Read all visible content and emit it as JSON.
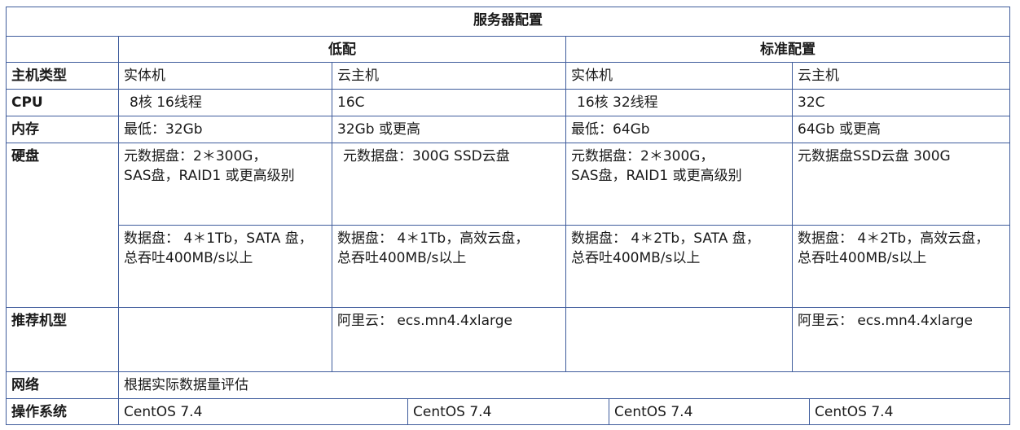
{
  "title": "服务器配置",
  "groups": {
    "low": "低配",
    "standard": "标准配置"
  },
  "labels": {
    "host_type": "主机类型",
    "cpu": "CPU",
    "memory": "内存",
    "disk": "硬盘",
    "recommended": "推荐机型",
    "network": "网络",
    "os": "操作系统"
  },
  "host_type": {
    "low_physical": "实体机",
    "low_cloud": "云主机",
    "std_physical": "实体机",
    "std_cloud": "云主机"
  },
  "cpu": {
    "low_physical": "8核 16线程",
    "low_cloud": "16C",
    "std_physical": "16核 32线程",
    "std_cloud": "32C"
  },
  "memory": {
    "low_physical": "最低：32Gb",
    "low_cloud": "32Gb 或更高",
    "std_physical": "最低：64Gb",
    "std_cloud": "64Gb 或更高"
  },
  "disk_meta": {
    "low_physical": [
      "元数据盘：2＊300G，",
      "SAS盘，RAID1 或更高级别"
    ],
    "low_cloud": [
      "元数据盘：300G SSD云盘"
    ],
    "std_physical": [
      "元数据盘：2＊300G，",
      "SAS盘，RAID1 或更高级别"
    ],
    "std_cloud": [
      "元数据盘SSD云盘 300G"
    ]
  },
  "disk_data": {
    "low_physical": [
      "数据盘： 4＊1Tb，SATA 盘，",
      "总吞吐400MB/s以上"
    ],
    "low_cloud": [
      "数据盘： 4＊1Tb，高效云盘，",
      "总吞吐400MB/s以上"
    ],
    "std_physical": [
      "数据盘： 4＊2Tb，SATA 盘，",
      "总吞吐400MB/s以上"
    ],
    "std_cloud": [
      "数据盘： 4＊2Tb，高效云盘，",
      "总吞吐400MB/s以上"
    ]
  },
  "recommended": {
    "low_physical": "",
    "low_cloud": "阿里云： ecs.mn4.4xlarge",
    "std_physical": "",
    "std_cloud": "阿里云： ecs.mn4.4xlarge"
  },
  "network": "根据实际数据量评估",
  "os": [
    "CentOS 7.4",
    "CentOS 7.4",
    "CentOS 7.4",
    "CentOS 7.4"
  ]
}
